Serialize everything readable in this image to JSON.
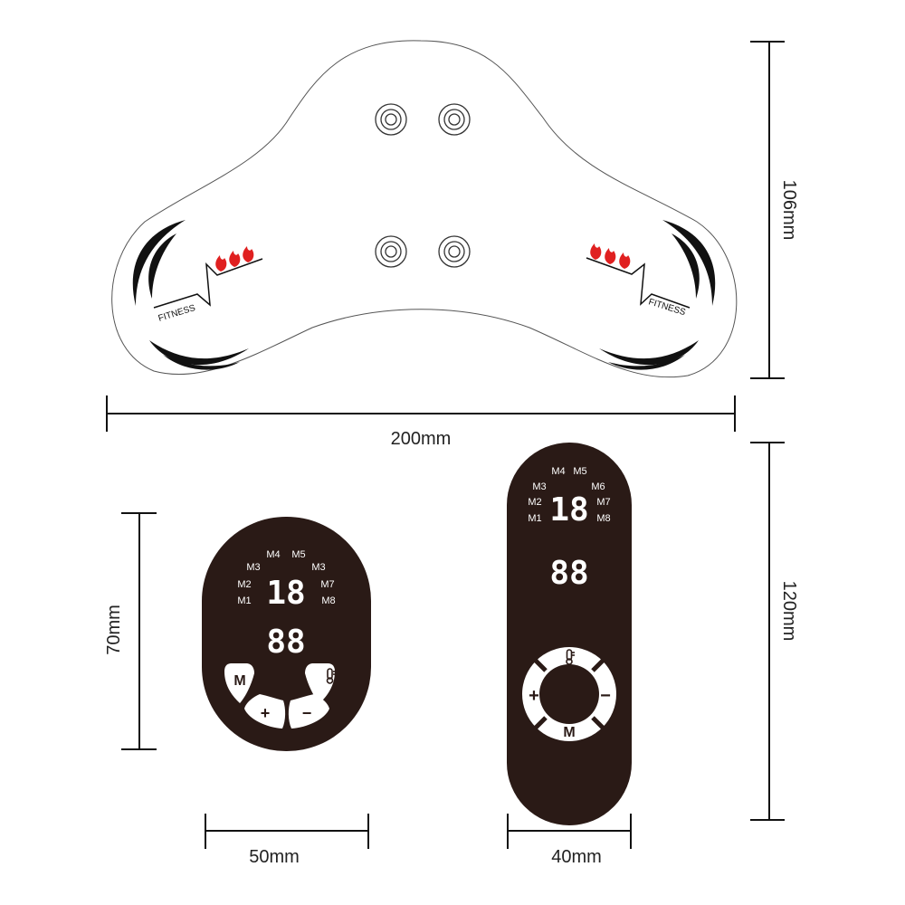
{
  "dimensions": {
    "pad_width": "200mm",
    "pad_height": "106mm",
    "remote_small_height": "70mm",
    "remote_small_width": "50mm",
    "remote_tall_height": "120mm",
    "remote_tall_width": "40mm"
  },
  "pad": {
    "brand_left": "FITNESS",
    "brand_right": "FITNESS"
  },
  "remote_small": {
    "modes": {
      "m1": "M1",
      "m2": "M2",
      "m3a": "M3",
      "m4": "M4",
      "m5": "M5",
      "m3b": "M3",
      "m7": "M7",
      "m8": "M8"
    },
    "digits_top": "18",
    "digits_bottom": "88",
    "buttons": {
      "mode": "M",
      "plus": "+",
      "minus": "−"
    }
  },
  "remote_tall": {
    "modes": {
      "m1": "M1",
      "m2": "M2",
      "m3": "M3",
      "m4": "M4",
      "m5": "M5",
      "m6": "M6",
      "m7": "M7",
      "m8": "M8"
    },
    "digits_top": "18",
    "digits_bottom": "88",
    "buttons": {
      "mode": "M",
      "plus": "+",
      "minus": "−"
    }
  },
  "colors": {
    "device_body": "#2a1a16",
    "flame": "#e02020",
    "line": "#111111"
  }
}
